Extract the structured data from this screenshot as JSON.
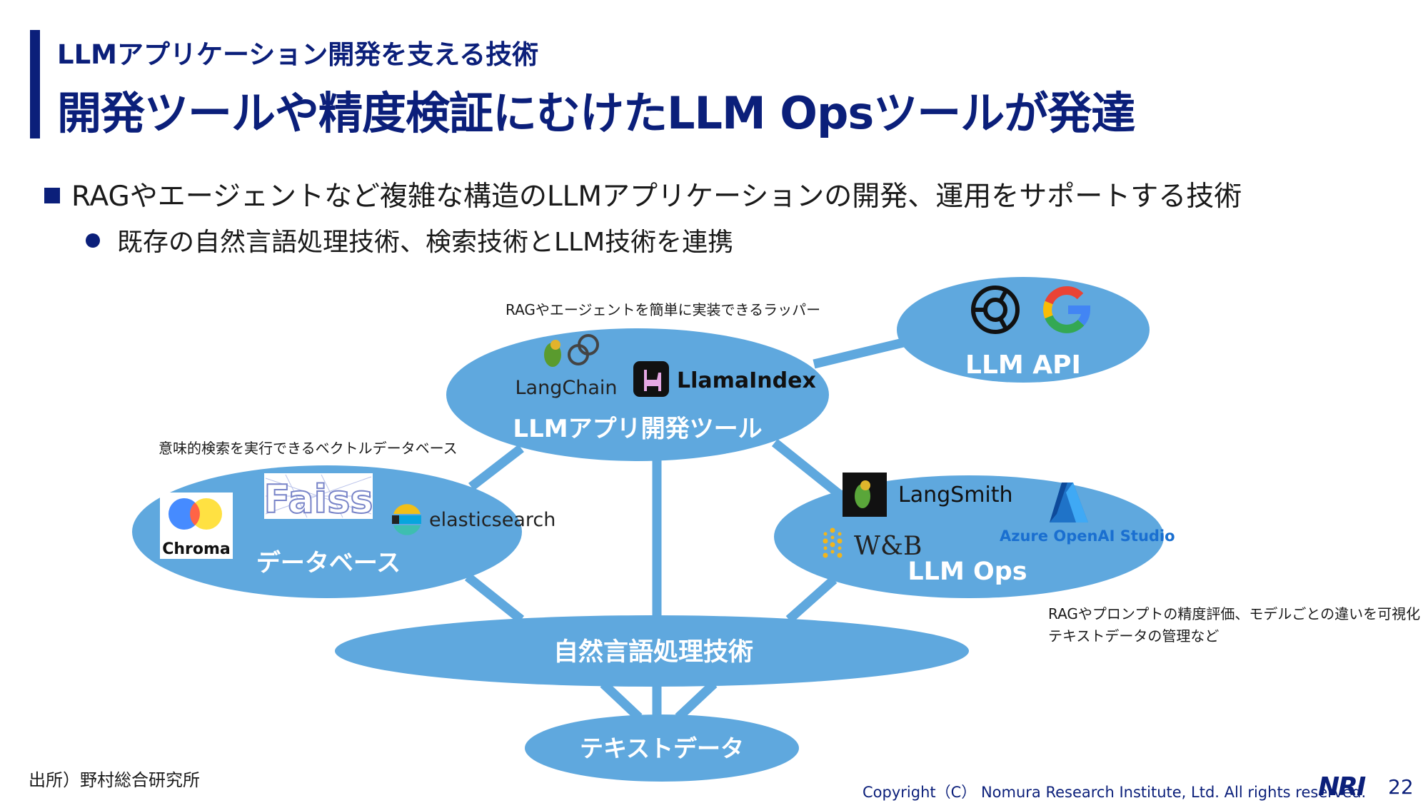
{
  "header": {
    "subtitle": "LLMアプリケーション開発を支える技術",
    "title": "開発ツールや精度検証にむけたLLM Opsツールが発達"
  },
  "bullets": {
    "level1": "RAGやエージェントなど複雑な構造のLLMアプリケーションの開発、運用をサポートする技術",
    "level2": "既存の自然言語処理技術、検索技術とLLM技術を連携"
  },
  "diagram": {
    "nodes": {
      "llm_api": "LLM API",
      "llm_app_dev": "LLMアプリ開発ツール",
      "database": "データベース",
      "llm_ops": "LLM Ops",
      "nlp": "自然言語処理技術",
      "text_data": "テキストデータ"
    },
    "notes": {
      "wrapper": "RAGやエージェントを簡単に実装できるラッパー",
      "vector_db": "意味的検索を実行できるベクトルデータベース",
      "ops_line1": "RAGやプロンプトの精度評価、モデルごとの違いを可視化",
      "ops_line2": "テキストデータの管理など"
    },
    "logos": {
      "langchain": "LangChain",
      "llamaindex": "LlamaIndex",
      "chroma": "Chroma",
      "faiss": "Faiss",
      "elasticsearch": "elasticsearch",
      "langsmith": "LangSmith",
      "wandb": "W&B",
      "azure": "Azure OpenAI Studio"
    },
    "colors": {
      "node_fill": "#5fa8de",
      "connector": "#5fa8de",
      "node_text": "#ffffff"
    }
  },
  "footer": {
    "source": "出所）野村総合研究所",
    "copyright": "Copyright（C） Nomura Research Institute, Ltd. All rights reserved.",
    "logo": "NRI",
    "page": "22"
  }
}
